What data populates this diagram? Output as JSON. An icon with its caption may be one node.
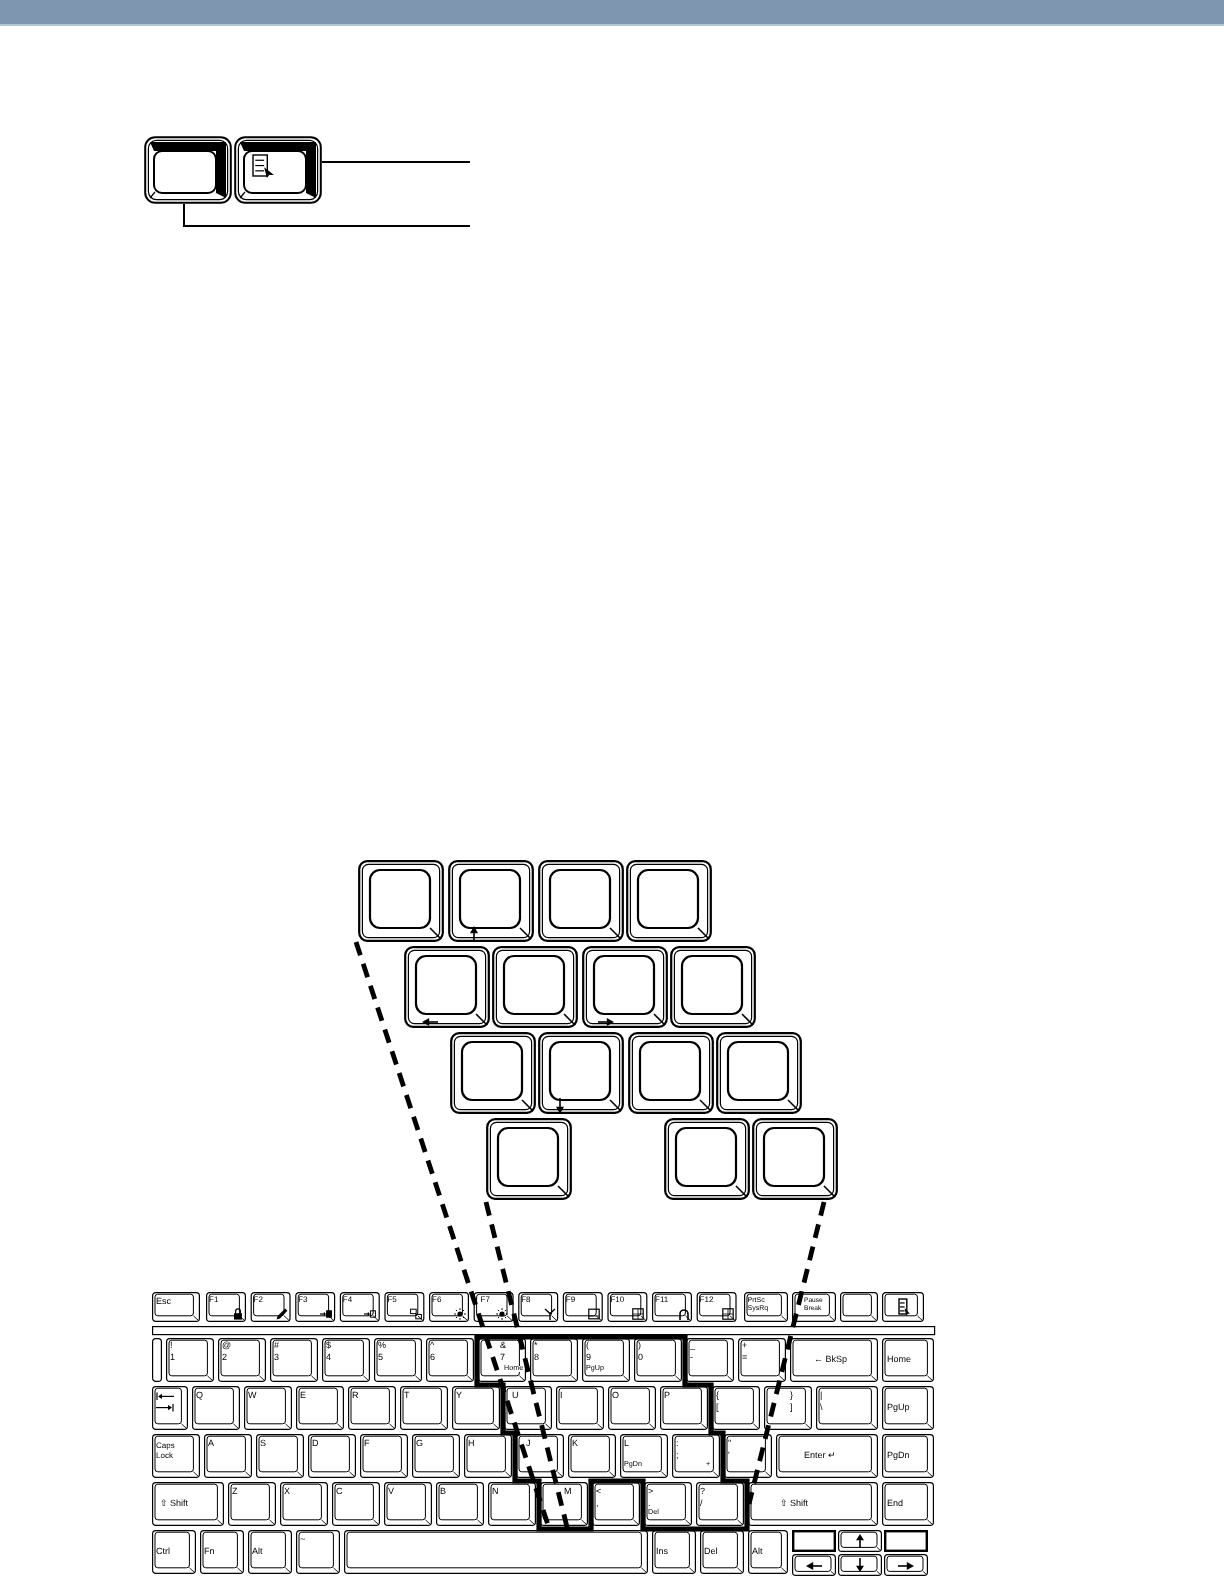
{
  "diagram": {
    "nodes": [
      {
        "text": [],
        "shape": "picture"
      },
      {
        "text": [],
        "shape": "picture"
      },
      {
        "text": [],
        "shape": "picture"
      },
      {
        "text": [],
        "shape": "box"
      }
    ],
    "edges": [
      {
        "from": null,
        "to": 1,
        "arrow": "none"
      },
      {
        "from": null,
        "to": 0,
        "arrow": "none"
      },
      {
        "from": 2,
        "to": 3,
        "arrow": "none",
        "style": "dashed"
      },
      {
        "from": 2,
        "to": 3,
        "arrow": "none",
        "style": "dashed"
      },
      {
        "from": 2,
        "to": 3,
        "arrow": "none",
        "style": "dashed"
      }
    ],
    "labels": [
      "Esc",
      "F1",
      "F2",
      "F3",
      "F4",
      "F5",
      "F6",
      "F7",
      "F8",
      "F9",
      "F10",
      "F11",
      "F12",
      "PrtSc SysRq",
      "Pause Break",
      "! 1",
      "@ 2",
      "# 3",
      "$ 4",
      "% 5",
      "^ 6",
      "& 7",
      "Home",
      "* 8",
      "( 9",
      "PgUp",
      ") 0",
      "_ -",
      "+ =",
      "← BkSp",
      "Home",
      "Q",
      "W",
      "E",
      "R",
      "T",
      "Y",
      "U",
      "I",
      "O",
      "P",
      "{ [",
      "} ]",
      "| \\",
      "PgUp",
      "Caps Lock",
      "A",
      "S",
      "D",
      "F",
      "G",
      "H",
      "J",
      "K",
      "L",
      "PgDn",
      ": ;",
      "+",
      "\" '",
      "Enter ↵",
      "PgDn",
      "⇧ Shift",
      "Z",
      "X",
      "C",
      "V",
      "B",
      "N",
      "M",
      "< ,",
      "> .",
      "Del",
      "? /",
      "⇧ Shift",
      "End",
      "Ctrl",
      "Fn",
      "Alt",
      "~",
      "Ins",
      "Del",
      "Alt"
    ]
  }
}
